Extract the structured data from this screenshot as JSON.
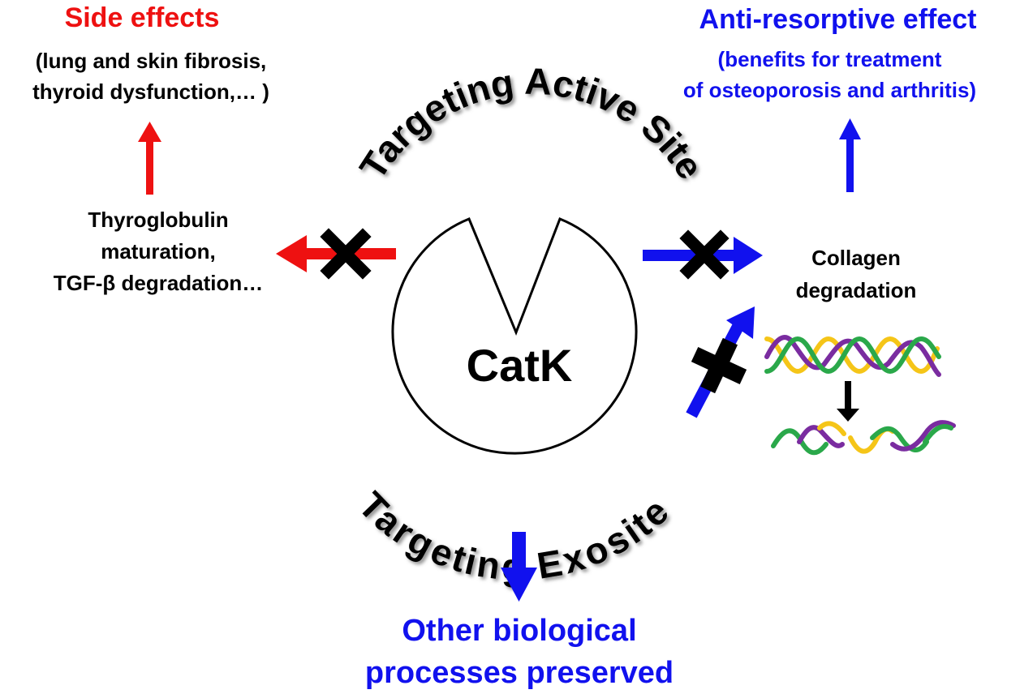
{
  "side_effects": {
    "title": "Side effects",
    "details": [
      "(lung and skin fibrosis,",
      "thyroid dysfunction,… )"
    ]
  },
  "anti_resorptive": {
    "title": "Anti-resorptive effect",
    "details": [
      "(benefits for treatment",
      "of osteoporosis and arthritis)"
    ]
  },
  "left_process": {
    "lines": [
      "Thyroglobulin",
      "maturation,",
      "TGF-β degradation…"
    ]
  },
  "right_process": {
    "lines": [
      "Collagen",
      "degradation"
    ]
  },
  "outcome": {
    "lines": [
      "Other biological",
      "processes preserved"
    ]
  },
  "enzyme": {
    "label": "CatK"
  },
  "arc_labels": {
    "top": "Targeting Active Site",
    "bottom": "Targeting Exosite"
  },
  "colors": {
    "red": "#ee1111",
    "blue": "#1111ee",
    "black": "#000000",
    "helix_yellow": "#f5c518",
    "helix_purple": "#7a2ca0",
    "helix_green": "#2aa84a"
  }
}
